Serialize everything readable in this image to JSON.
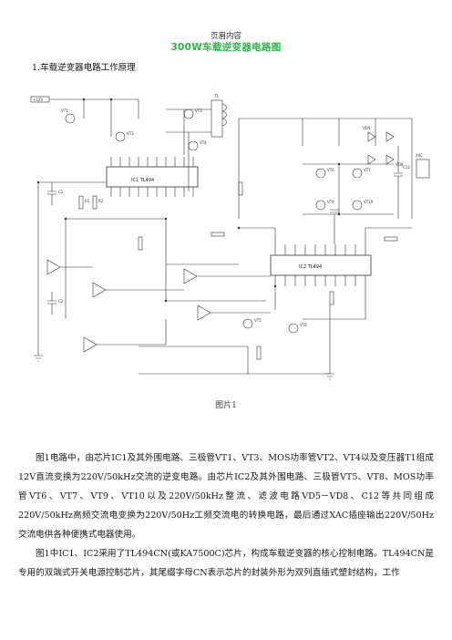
{
  "page": {
    "header": "页眉内容",
    "title": "300W车载逆变器电路图",
    "section_heading": "1.车载逆变器电路工作原理",
    "figure_caption": "图片1"
  },
  "figure": {
    "ic1_label": "IC1  TL494",
    "ic2_label": "IC2  TL494",
    "labels": [
      "VT2",
      "VT4",
      "VT6",
      "VT7",
      "VT9",
      "VT10",
      "C12",
      "VD5",
      "VD8",
      "XAC",
      "T1",
      "R1",
      "R2",
      "C1",
      "C2",
      "VT1",
      "VT3",
      "VT5",
      "VT8",
      "+12V"
    ]
  },
  "paragraphs": [
    "图1电路中，由芯片IC1及其外围电路、三极管VT1、VT3、MOS功率管VT2、VT4以及变压器T1组成12V直流变换为220V/50kHz交流的逆变电路。由芯片IC2及其外围电路、三极管VT5、VT8、MOS功率管VT6、VT7、VT9、VT10以及220V/50kHz整流、滤波电路VD5－VD8、C12等共同组成220V/50kHz高频交流电变换为220V/50Hz工频交流电的转换电路，最后通过XAC插座输出220V/50Hz交流电供各种便携式电器使用。",
    "图1中IC1、IC2采用了TL494CN(或KA7500C)芯片，构成车载逆变器的核心控制电路。TL494CN是专用的双端式开关电源控制芯片，其尾缀字母CN表示芯片的封装外形为双列直插式塑封结构，工作"
  ]
}
